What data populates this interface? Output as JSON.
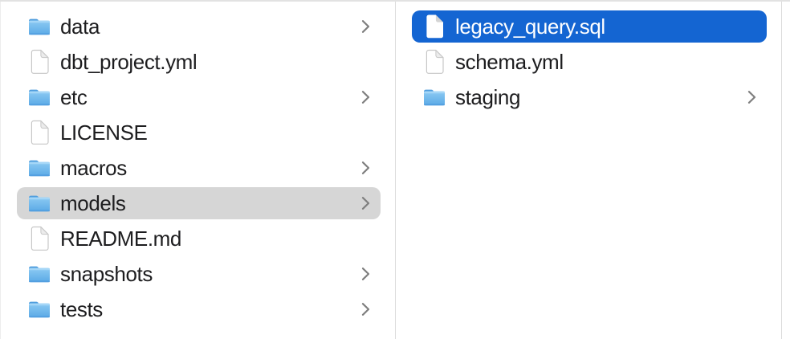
{
  "window": {
    "kind": "file-browser-column-view"
  },
  "icons": {
    "folder": "folder-icon",
    "file": "document-icon",
    "chevron": "chevron-right-icon"
  },
  "colors": {
    "selection_active": "#1465d2",
    "selection_inactive": "#d6d6d6",
    "selected_text": "#ffffff",
    "text": "#1d1d1f",
    "divider": "#dcdcdc",
    "top_border": "#e2e2e2",
    "chevron": "#7f7f7f",
    "folder_tab": "#4f9ddd",
    "folder_body_top": "#8ccaf3",
    "folder_body_bottom": "#5baae6",
    "doc_stroke": "#c7c7c7",
    "doc_fold": "#ececec",
    "doc_fold_selected": "#d4d4d4"
  },
  "columns": [
    {
      "name": "left",
      "items": [
        {
          "label": "data",
          "type": "folder",
          "has_chevron": true,
          "selected": false,
          "selection_style": null
        },
        {
          "label": "dbt_project.yml",
          "type": "file",
          "has_chevron": false,
          "selected": false,
          "selection_style": null
        },
        {
          "label": "etc",
          "type": "folder",
          "has_chevron": true,
          "selected": false,
          "selection_style": null
        },
        {
          "label": "LICENSE",
          "type": "file",
          "has_chevron": false,
          "selected": false,
          "selection_style": null
        },
        {
          "label": "macros",
          "type": "folder",
          "has_chevron": true,
          "selected": false,
          "selection_style": null
        },
        {
          "label": "models",
          "type": "folder",
          "has_chevron": true,
          "selected": true,
          "selection_style": "inactive"
        },
        {
          "label": "README.md",
          "type": "file",
          "has_chevron": false,
          "selected": false,
          "selection_style": null
        },
        {
          "label": "snapshots",
          "type": "folder",
          "has_chevron": true,
          "selected": false,
          "selection_style": null
        },
        {
          "label": "tests",
          "type": "folder",
          "has_chevron": true,
          "selected": false,
          "selection_style": null
        }
      ]
    },
    {
      "name": "right",
      "items": [
        {
          "label": "legacy_query.sql",
          "type": "file",
          "has_chevron": false,
          "selected": true,
          "selection_style": "active"
        },
        {
          "label": "schema.yml",
          "type": "file",
          "has_chevron": false,
          "selected": false,
          "selection_style": null
        },
        {
          "label": "staging",
          "type": "folder",
          "has_chevron": true,
          "selected": false,
          "selection_style": null
        }
      ]
    }
  ]
}
